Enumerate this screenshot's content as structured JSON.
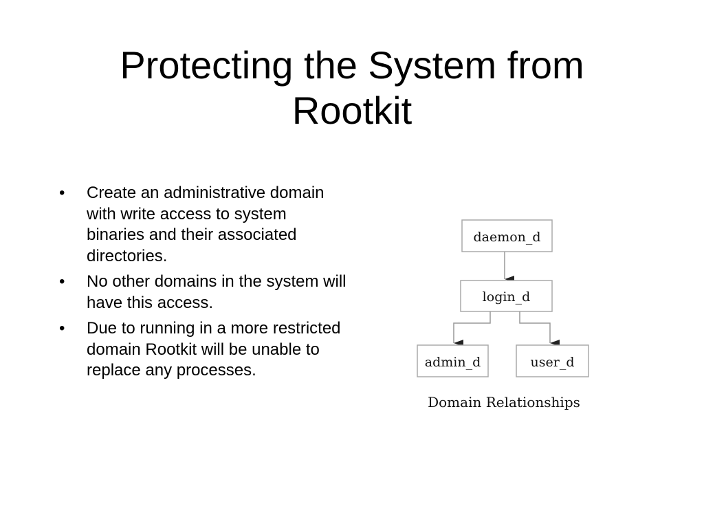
{
  "slide": {
    "title_lines": [
      "Protecting the System from",
      "Rootkit"
    ],
    "bullets": [
      "Create an administrative domain with write access to system binaries and their associated directories.",
      "No other domains in the system will have this access.",
      "Due to running in a more restricted domain Rootkit will be unable to replace any processes."
    ],
    "bullet_glyph": "•"
  },
  "diagram": {
    "nodes": {
      "daemon": "daemon_d",
      "login": "login_d",
      "admin": "admin_d",
      "user": "user_d"
    },
    "caption": "Domain Relationships",
    "box_border_color": "#aaaaaa",
    "line_color": "#999999"
  }
}
